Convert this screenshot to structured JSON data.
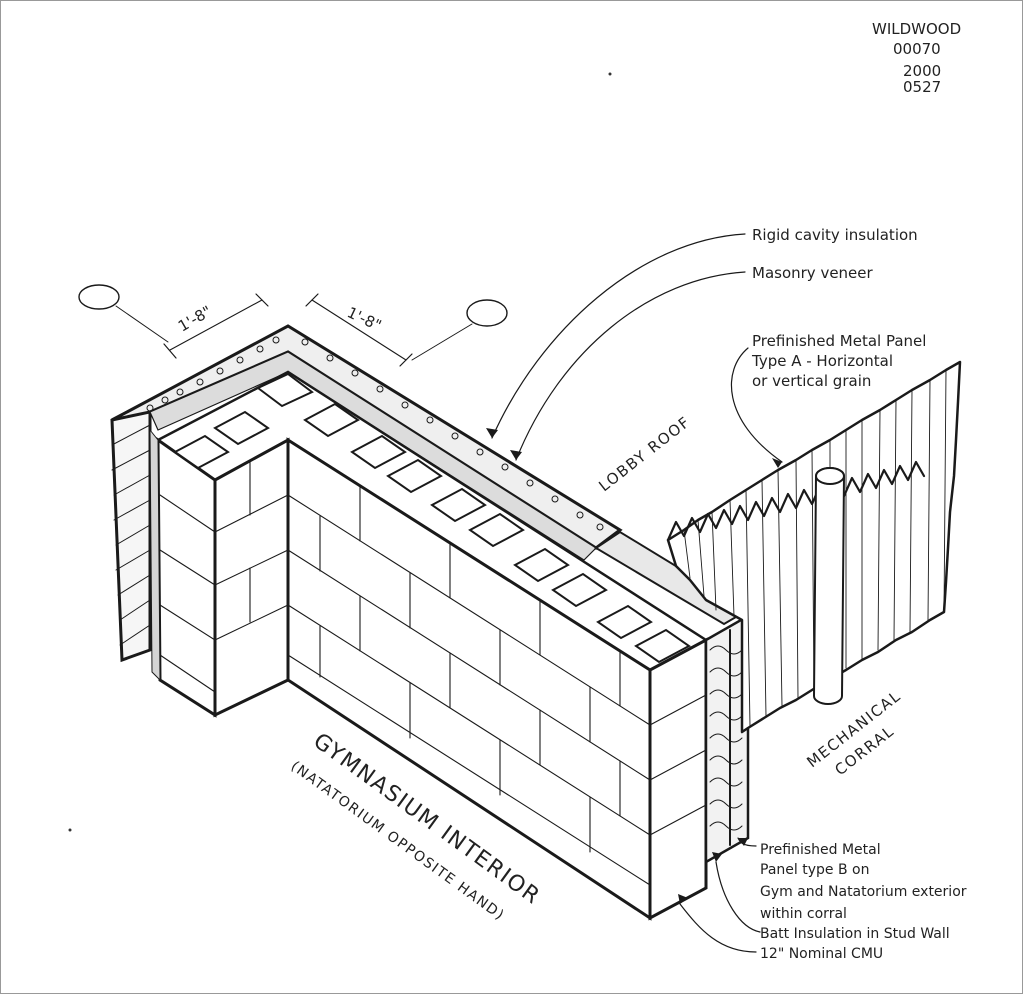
{
  "title_block": {
    "project": "WILDWOOD",
    "number": "00070",
    "year": "2000",
    "date": "0527"
  },
  "dimensions": {
    "left": "1'-8\"",
    "right": "1'-8\""
  },
  "labels": {
    "rigid_insulation": "Rigid cavity insulation",
    "masonry_veneer": "Masonry veneer",
    "panel_a_line1": "Prefinished Metal Panel",
    "panel_a_line2": "Type A - Horizontal",
    "panel_a_line3": "or vertical grain",
    "lobby_roof": "LOBBY ROOF",
    "mechanical_line1": "MECHANICAL",
    "mechanical_line2": "CORRAL",
    "gym_line1": "GYMNASIUM INTERIOR",
    "gym_line2": "(NATATORIUM OPPOSITE HAND)",
    "panel_b_line1": "Prefinished Metal",
    "panel_b_line2": "Panel type B on",
    "panel_b_line3": "Gym and Natatorium exterior",
    "panel_b_line4": "within corral",
    "batt_insulation": "Batt Insulation in Stud Wall",
    "cmu": "12\" Nominal CMU"
  }
}
